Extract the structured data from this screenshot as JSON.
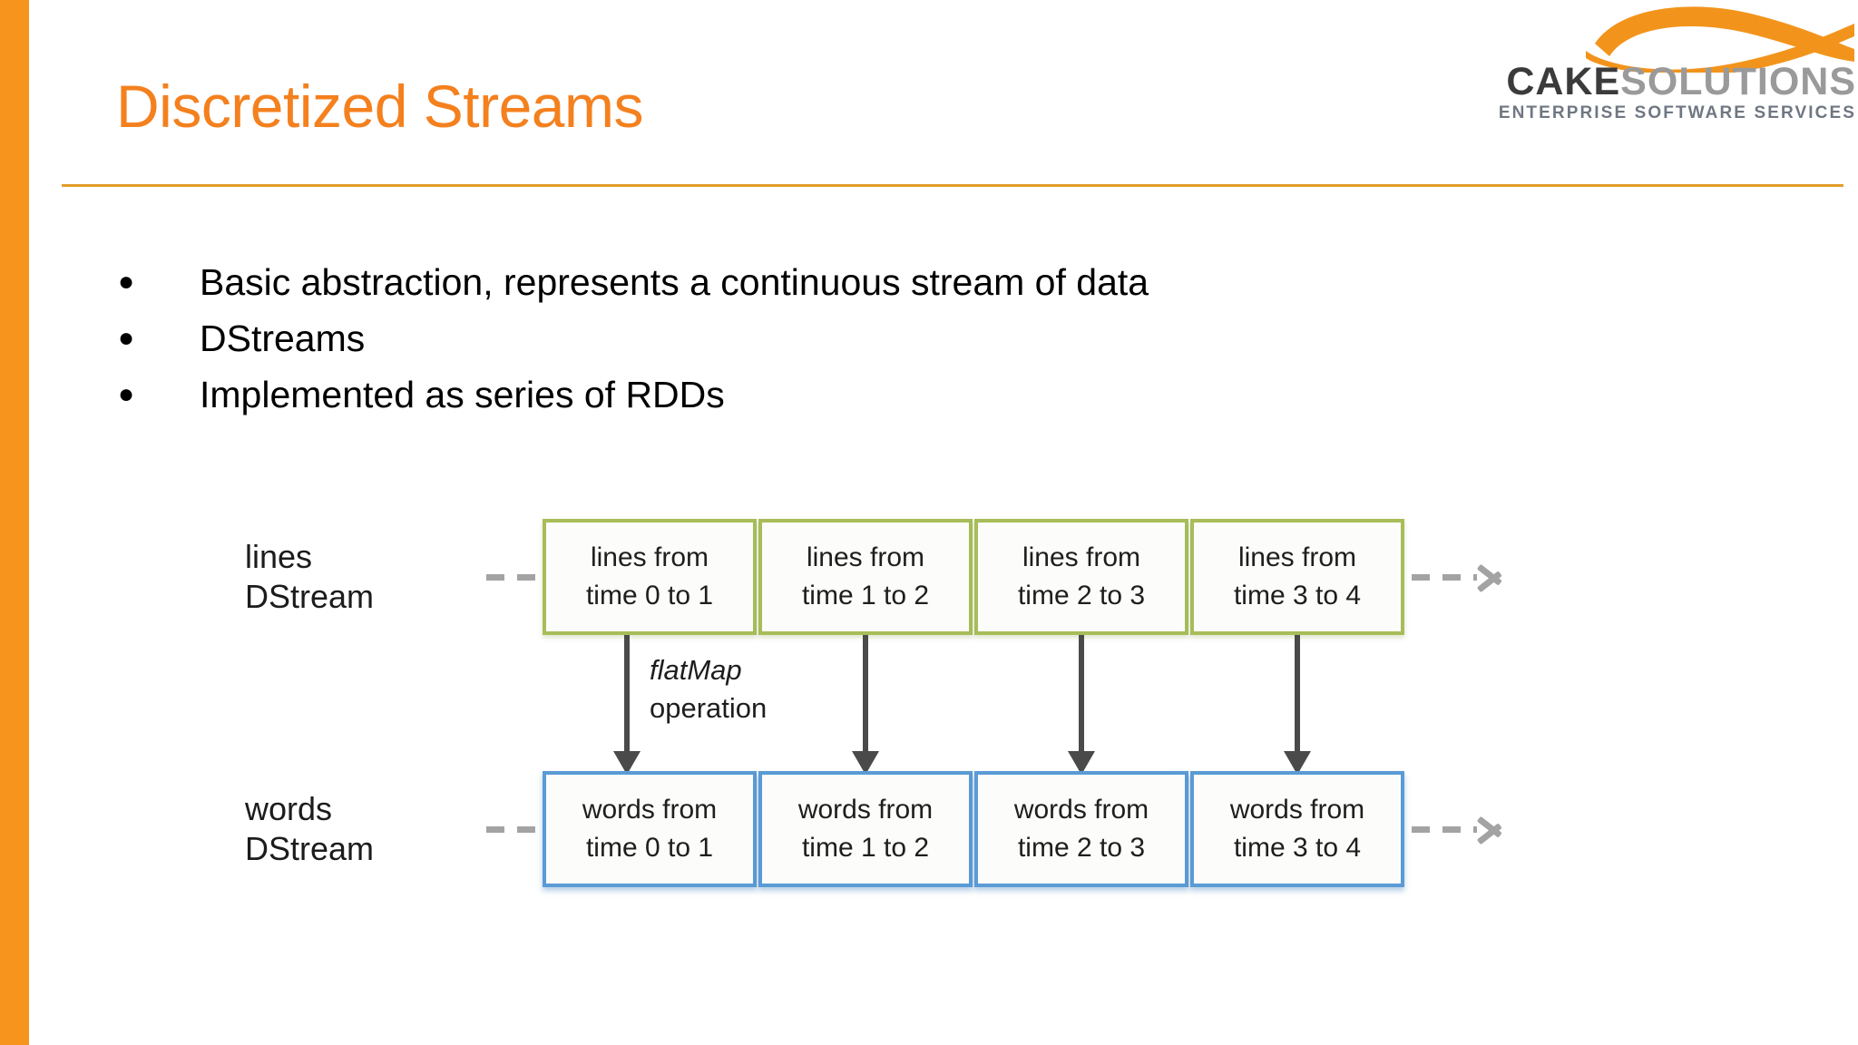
{
  "slide": {
    "title": "Discretized Streams",
    "accent_color": "#F4801E",
    "rule_color": "#E39C2A",
    "left_bar_color": "#F7941E"
  },
  "logo": {
    "brand_primary": "CAKE",
    "brand_secondary": "SOLUTIONS",
    "tagline": "ENTERPRISE SOFTWARE SERVICES",
    "swoosh_color": "#F2941C",
    "primary_color": "#3B3B3B",
    "secondary_color": "#9A9A9A",
    "tagline_color": "#6F7782"
  },
  "bullets": {
    "marker": "●",
    "items": [
      "Basic abstraction, represents a continuous stream of data",
      "DStreams",
      "Implemented as series of RDDs"
    ]
  },
  "diagram": {
    "operation_label_emphasis": "flatMap",
    "operation_label_rest": "operation",
    "rows": [
      {
        "name": "lines-dstream",
        "label_line1": "lines",
        "label_line2": "DStream",
        "border_color": "#A7BD5A",
        "boxes": [
          {
            "line1": "lines from",
            "line2": "time 0 to 1"
          },
          {
            "line1": "lines from",
            "line2": "time 1 to 2"
          },
          {
            "line1": "lines from",
            "line2": "time 2 to 3"
          },
          {
            "line1": "lines from",
            "line2": "time 3 to 4"
          }
        ]
      },
      {
        "name": "words-dstream",
        "label_line1": "words",
        "label_line2": "DStream",
        "border_color": "#5B9BD5",
        "boxes": [
          {
            "line1": "words from",
            "line2": "time 0 to 1"
          },
          {
            "line1": "words from",
            "line2": "time 1 to 2"
          },
          {
            "line1": "words from",
            "line2": "time 2 to 3"
          },
          {
            "line1": "words from",
            "line2": "time 3 to 4"
          }
        ]
      }
    ]
  }
}
